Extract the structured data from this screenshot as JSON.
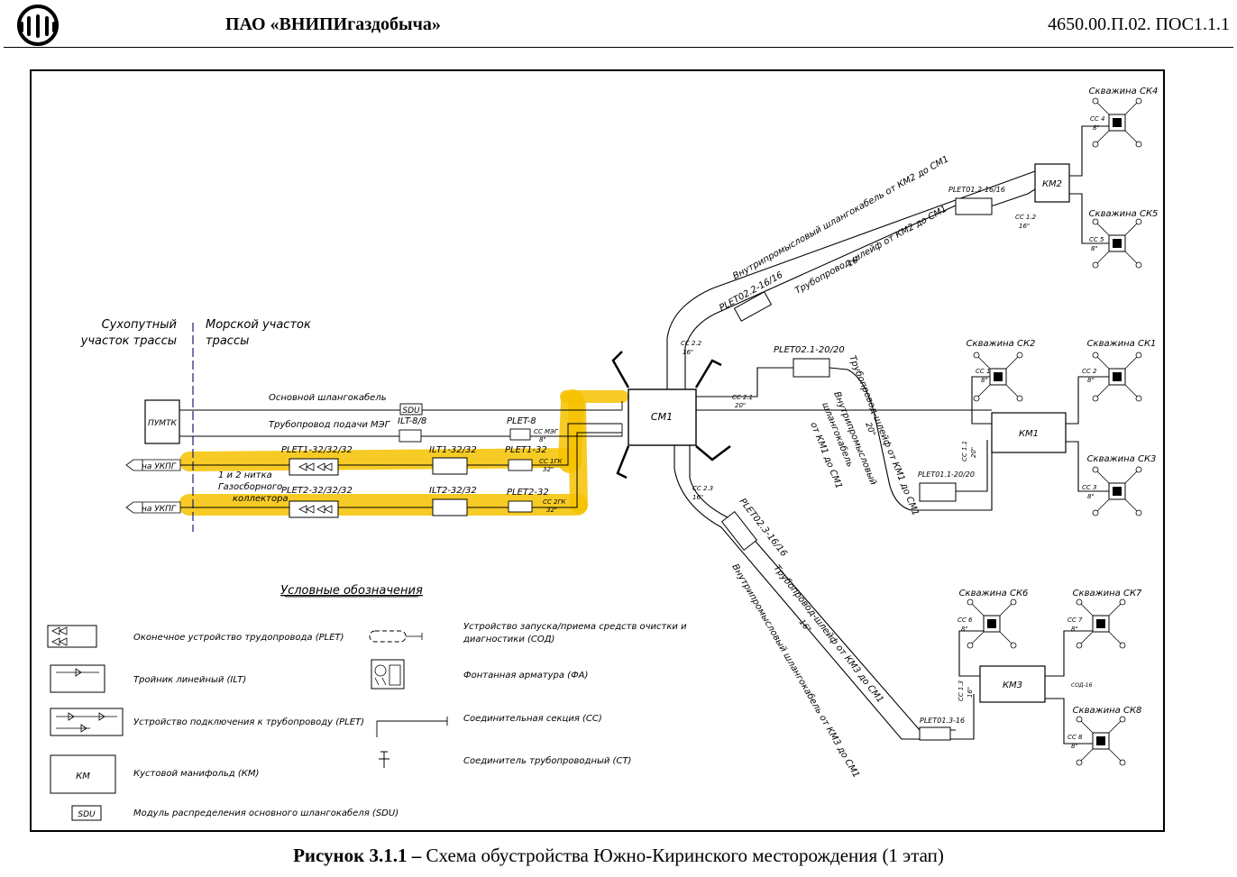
{
  "header": {
    "organization": "ПАО «ВНИПИгаздобыча»",
    "doc_code": "4650.00.П.02. ПОС1.1.1"
  },
  "caption": {
    "label": "Рисунок 3.1.1 –",
    "text": " Схема обустройства Южно-Киринского месторождения (1 этап)"
  },
  "zones": {
    "onshore": [
      "Сухопутный",
      "участок трассы"
    ],
    "offshore": [
      "Морской участок",
      "трассы"
    ]
  },
  "units": {
    "pumtk": "ПУМТК",
    "sdu": "SDU",
    "cm1": "CM1",
    "km1": "КМ1",
    "km2": "КМ2",
    "km3": "КМ3",
    "to_ukpg_1": "на УКПГ",
    "to_ukpg_2": "на УКПГ"
  },
  "line_labels": {
    "main_umbilical": "Основной шлангокабель",
    "meg_line": "Трубопровод подачи МЭГ",
    "ilt_8": "ILT-8/8",
    "plet_8": "PLET-8",
    "cc_meg": "СС МЭГ",
    "size_8": "8\"",
    "plet1": "PLET1-32/32/32",
    "ilt1": "ILT1-32/32",
    "plet1_32": "PLET1-32",
    "cc_1gk": "СС 1ГК",
    "size_32a": "32\"",
    "collector_1": "1 и 2 нитка",
    "collector_2": "Газосборного",
    "collector_3": "коллектора",
    "plet2": "PLET2-32/32/32",
    "ilt2": "ILT2-32/32",
    "plet2_32": "PLET2-32",
    "cc_2gk": "СС 2ГК",
    "size_32b": "32\""
  },
  "branch_labels": {
    "umb_km2": "Внутрипромысловый шлангокабель от КМ2 до CM1",
    "pipe_km2": "Трубопровод-шлейф от КМ2 до CM1",
    "size_16_km2": "16\"",
    "plet022": "PLET02.2-16/16",
    "plet012": "PLET01.2-16/16",
    "cc12": "СС 1.2",
    "cc12_size": "16\"",
    "cc22": "СС 2.2",
    "cc22_size": "16\"",
    "plet021": "PLET02.1-20/20",
    "cc21": "СС 2.1",
    "cc21_size": "20\"",
    "pipe_km1": "Трубопровод-шлейф от КМ1 до CM1",
    "size_20_km1": "20\"",
    "umb_km1_1": "Внутрипромысловый",
    "umb_km1_2": "шлангокабель",
    "umb_km1_3": "от КМ1 до CM1",
    "plet011": "PLET01.1-20/20",
    "cc11": "СС 1.1",
    "cc11_size": "20\"",
    "cc23": "СС 2.3",
    "cc23_size": "16\"",
    "plet023": "PLET02.3-16/16",
    "pipe_km3": "Трубопровод-шлейф от КМ3 до CM1",
    "size_16_km3": "16\"",
    "umb_km3": "Внутрипромысловый шлангокабель от КМ3 до CM1",
    "plet013": "PLET01.3-16",
    "cc13": "СС 1.3",
    "cc13_size": "16\"",
    "sod_tag": "СОД-16"
  },
  "wells": [
    {
      "name": "Скважина СК4",
      "cc": "СС 4",
      "size": "8\""
    },
    {
      "name": "Скважина СК5",
      "cc": "СС 5",
      "size": "8\""
    },
    {
      "name": "Скважина СК2",
      "cc": "СС 1",
      "size": "8\""
    },
    {
      "name": "Скважина СК1",
      "cc": "СС 2",
      "size": "8\""
    },
    {
      "name": "Скважина СК3",
      "cc": "СС 3",
      "size": "8\""
    },
    {
      "name": "Скважина СК6",
      "cc": "СС 6",
      "size": "8\""
    },
    {
      "name": "Скважина СК7",
      "cc": "СС 7",
      "size": "8\""
    },
    {
      "name": "Скважина СК8",
      "cc": "СС 8",
      "size": "8\""
    }
  ],
  "legend": {
    "title": "Условные обозначения",
    "items": [
      "Оконечное устройство трудопровода (PLET)",
      "Тройник линейный (ILT)",
      "Устройство подключения к трубопроводу (PLET)",
      "Кустовой манифольд (КМ)",
      "Модуль распределения основного шлангокабеля (SDU)",
      "Устройство запуска/приема средств очистки и",
      "диагностики (СОД)",
      "Фонтанная арматура (ФА)",
      "Соединительная секция (СС)",
      "Соединитель трубопроводный (СТ)"
    ],
    "km_symbol": "КМ",
    "sdu_symbol": "SDU"
  },
  "colors": {
    "highlight": "#f6c200",
    "line": "#000000"
  }
}
